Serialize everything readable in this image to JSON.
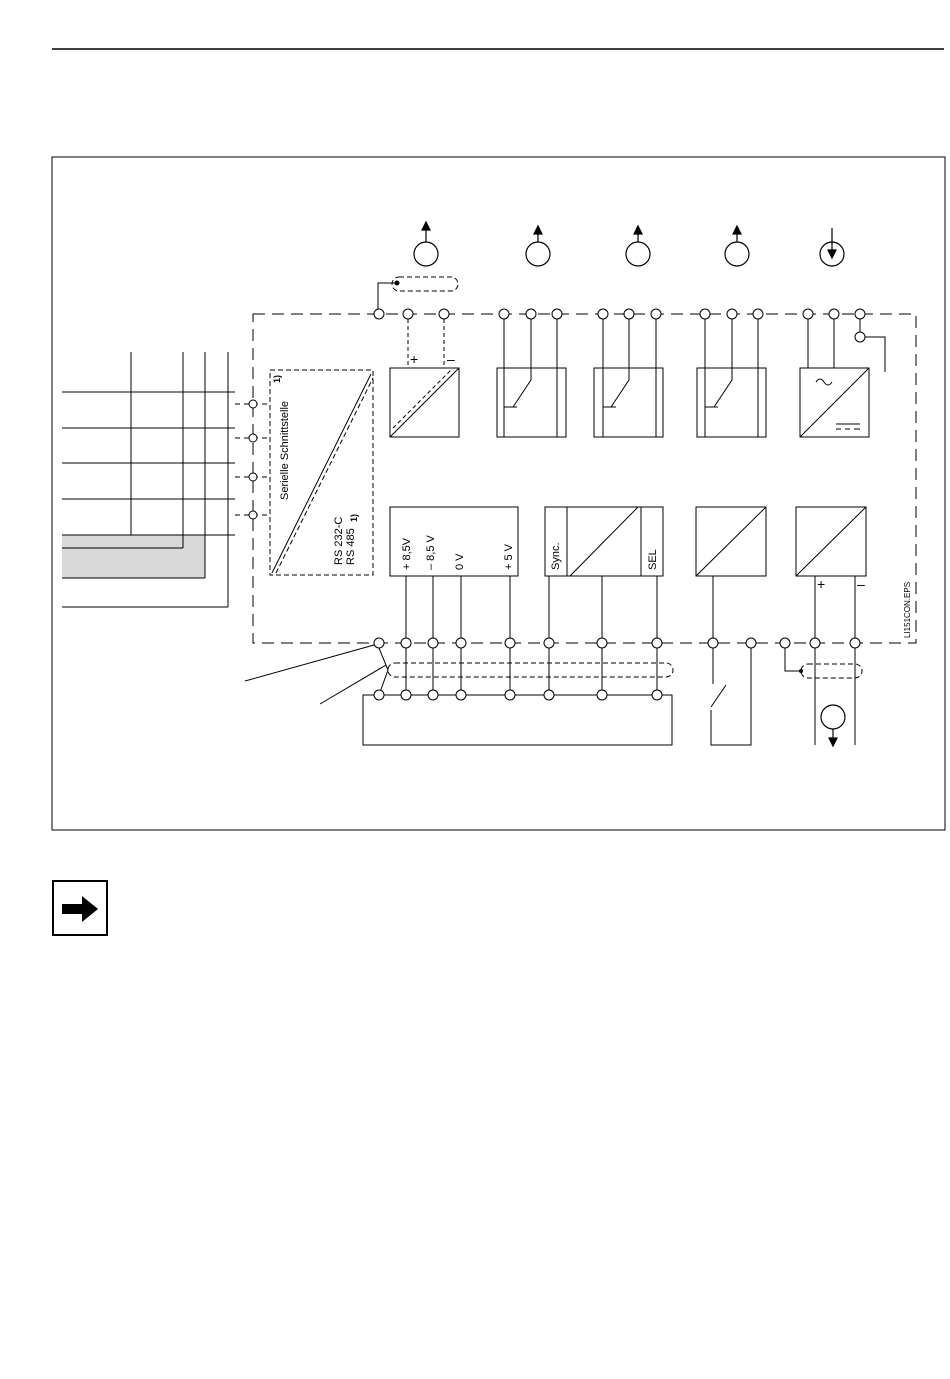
{
  "diagram": {
    "serial_interface_label": "Serielle Schnittstelle",
    "serial_interface_footnote": "1)",
    "rs232_label": "RS 232-C",
    "rs485_label": "RS 485",
    "rs485_footnote": "1)",
    "plus_8_5v": "+ 8,5V",
    "minus_8_5v": "– 8,5 V",
    "zero_v": "0 V",
    "plus_5v": "+ 5 V",
    "sync_label": "Sync.",
    "sel_label": "SEL",
    "analog_plus": "+",
    "analog_minus": "–",
    "supply_plus": "+",
    "supply_minus": "–",
    "figure_id": "LI151CON.EPS"
  },
  "colors": {
    "line": "#000000",
    "shaded_band": "#d9d9d9"
  },
  "note": {
    "icon": "arrow-right-icon"
  }
}
